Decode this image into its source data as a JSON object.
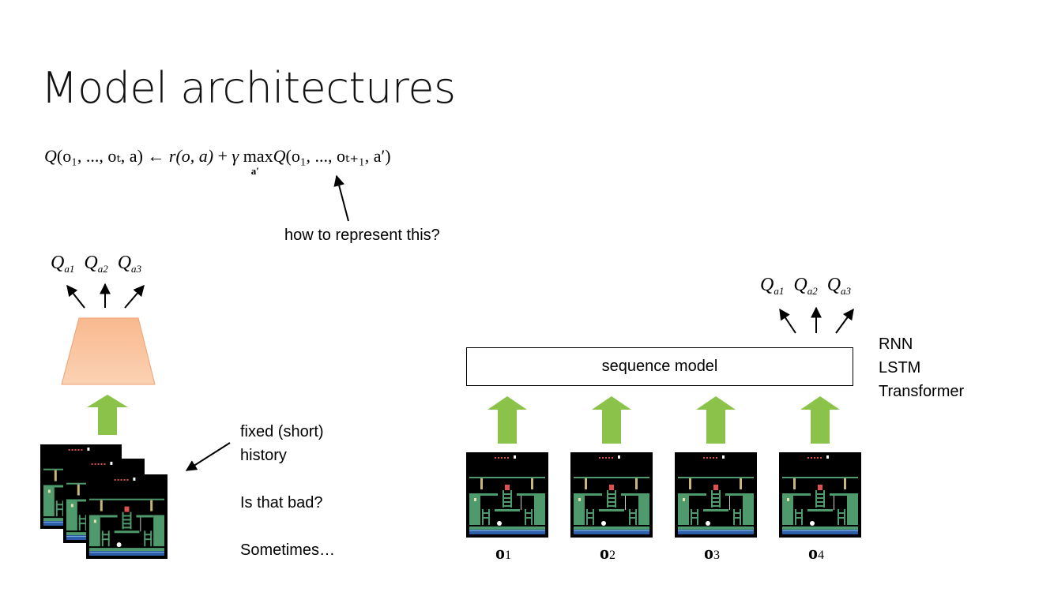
{
  "title": "Model architectures",
  "equation": {
    "lhs_Q": "Q",
    "lhs_args": "(o₁, ..., oₜ, a)",
    "arrow": "←",
    "reward": "r(o, a)",
    "plus": "+",
    "gamma": "γ",
    "max": "max",
    "max_sub": "a′",
    "rhs_Q": "Q",
    "rhs_args": "(o₁, ..., oₜ₊₁, a′)"
  },
  "annotation": "how to represent this?",
  "left_outputs": [
    "a1",
    "a2",
    "a3"
  ],
  "right_outputs": [
    "a1",
    "a2",
    "a3"
  ],
  "left_notes": {
    "history_line1": "fixed (short)",
    "history_line2": "history",
    "question": "Is that bad?",
    "answer": "Sometimes…"
  },
  "sequence_model_label": "sequence model",
  "model_types": [
    "RNN",
    "LSTM",
    "Transformer"
  ],
  "observation_labels": [
    {
      "base": "o",
      "sub": "1"
    },
    {
      "base": "o",
      "sub": "2"
    },
    {
      "base": "o",
      "sub": "3"
    },
    {
      "base": "o",
      "sub": "4"
    }
  ],
  "colors": {
    "trapezoid_top": "#f9b98f",
    "trapezoid_bottom": "#fbd2b4",
    "green_arrow": "#8bc34a",
    "game_green": "#4e9a6c",
    "game_black": "#000000",
    "game_water": "#2c5ea8"
  }
}
